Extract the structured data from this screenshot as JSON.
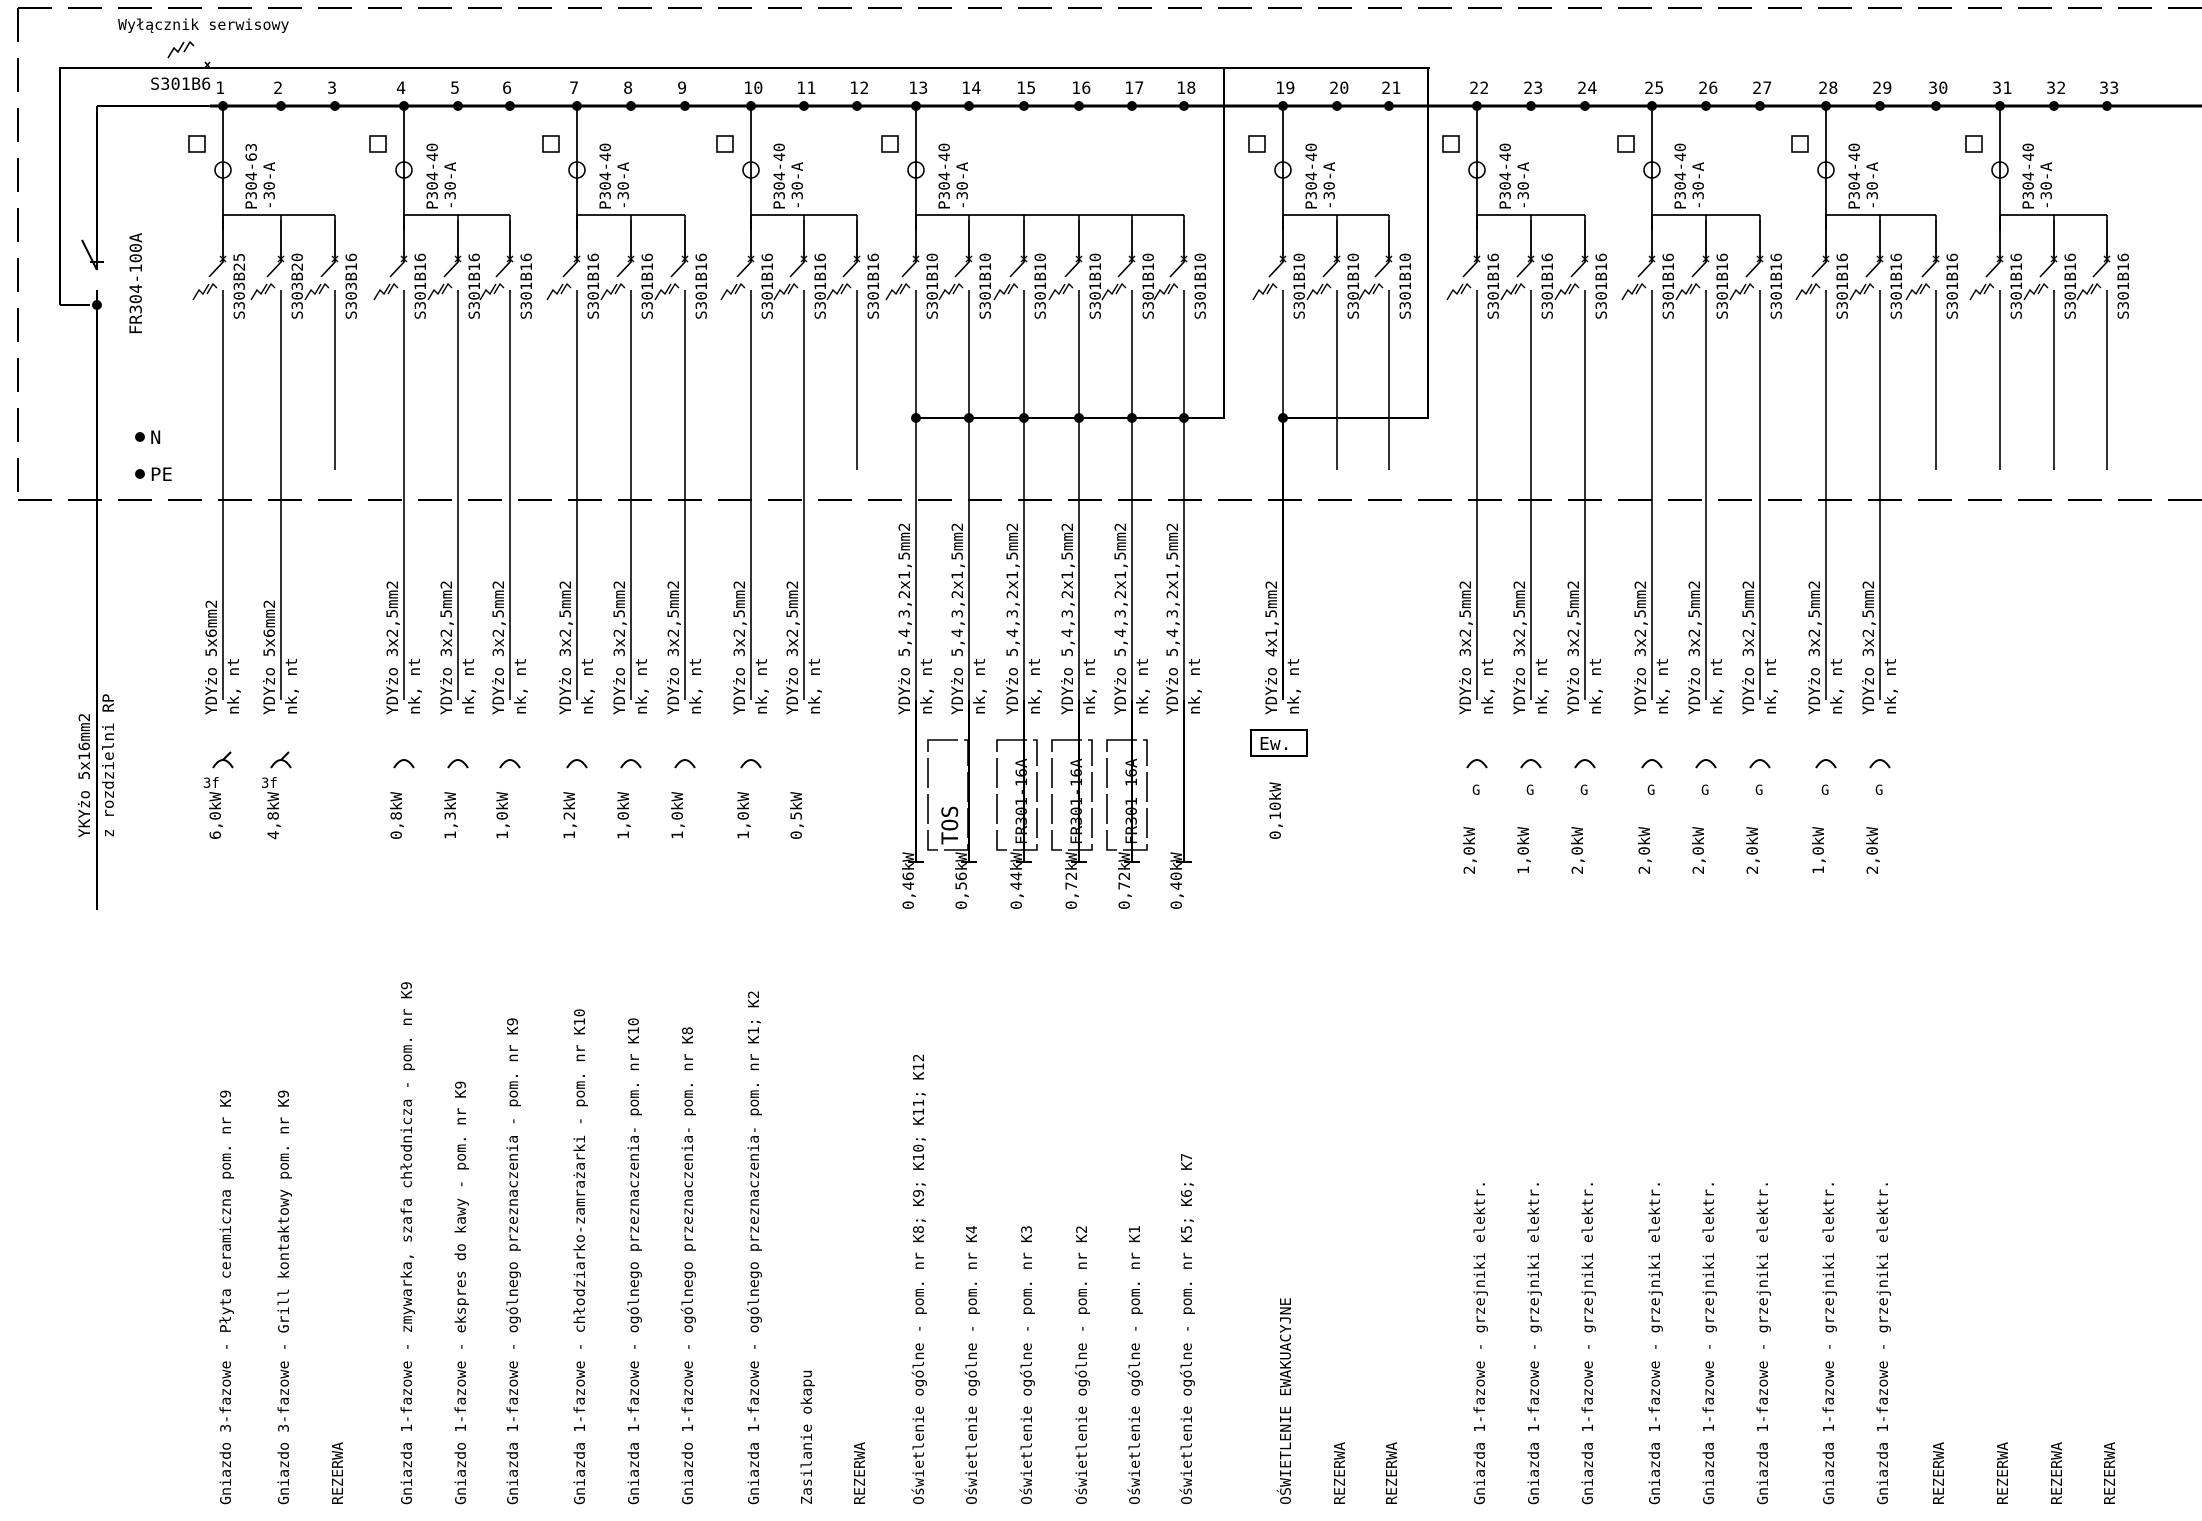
{
  "header": {
    "service_switch_label": "Wyłącznik serwisowy",
    "service_switch_breaker": "S301B6",
    "main_switch": "FR304-100A",
    "n_label": "N",
    "pe_label": "PE",
    "supply_cable": "YKYżo 5x16mm2",
    "supply_from": "z rozdzielni RP"
  },
  "rcds": [
    {
      "line1": "P304-63",
      "line2": "-30-A"
    },
    {
      "line1": "P304-40",
      "line2": "-30-A"
    },
    {
      "line1": "P304-40",
      "line2": "-30-A"
    },
    {
      "line1": "P304-40",
      "line2": "-30-A"
    },
    {
      "line1": "P304-40",
      "line2": "-30-A"
    },
    {
      "line1": "P304-40",
      "line2": "-30-A"
    },
    {
      "line1": "P304-40",
      "line2": "-30-A"
    },
    {
      "line1": "P304-40",
      "line2": "-30-A"
    },
    {
      "line1": "P304-40",
      "line2": "-30-A"
    },
    {
      "line1": "P304-40",
      "line2": "-30-A"
    }
  ],
  "circuits": [
    {
      "no": "1",
      "breaker": "S303B25",
      "cable": "YDYżo 5x6mm2",
      "lay": "nk, nt",
      "power": "6,0kW",
      "desc": "Gniazdo 3-fazowe - Płyta ceramiczna pom. nr K9",
      "mark": "3f"
    },
    {
      "no": "2",
      "breaker": "S303B20",
      "cable": "YDYżo 5x6mm2",
      "lay": "nk, nt",
      "power": "4,8kW",
      "desc": "Gniazdo 3-fazowe - Grill kontaktowy pom. nr K9",
      "mark": "3f"
    },
    {
      "no": "3",
      "breaker": "S303B16",
      "cable": "",
      "lay": "",
      "power": "",
      "desc": "REZERWA",
      "mark": ""
    },
    {
      "no": "4",
      "breaker": "S301B16",
      "cable": "YDYżo 3x2,5mm2",
      "lay": "nk, nt",
      "power": "0,8kW",
      "desc": "Gniazda 1-fazowe - zmywarka, szafa chłodnicza - pom. nr K9",
      "mark": "socket"
    },
    {
      "no": "5",
      "breaker": "S301B16",
      "cable": "YDYżo 3x2,5mm2",
      "lay": "nk, nt",
      "power": "1,3kW",
      "desc": "Gniazdo 1-fazowe - ekspres do kawy - pom. nr K9",
      "mark": "socket"
    },
    {
      "no": "6",
      "breaker": "S301B16",
      "cable": "YDYżo 3x2,5mm2",
      "lay": "nk, nt",
      "power": "1,0kW",
      "desc": "Gniazda 1-fazowe - ogólnego przeznaczenia - pom. nr K9",
      "mark": "socket"
    },
    {
      "no": "7",
      "breaker": "S301B16",
      "cable": "YDYżo 3x2,5mm2",
      "lay": "nk, nt",
      "power": "1,2kW",
      "desc": "Gniazda 1-fazowe - chłodziarko-zamrażarki - pom. nr K10",
      "mark": "socket"
    },
    {
      "no": "8",
      "breaker": "S301B16",
      "cable": "YDYżo 3x2,5mm2",
      "lay": "nk, nt",
      "power": "1,0kW",
      "desc": "Gniazda 1-fazowe - ogólnego przeznaczenia- pom. nr K10",
      "mark": "socket"
    },
    {
      "no": "9",
      "breaker": "S301B16",
      "cable": "YDYżo 3x2,5mm2",
      "lay": "nk, nt",
      "power": "1,0kW",
      "desc": "Gniazdo 1-fazowe - ogólnego przeznaczenia- pom. nr K8",
      "mark": "socket"
    },
    {
      "no": "10",
      "breaker": "S301B16",
      "cable": "YDYżo 3x2,5mm2",
      "lay": "nk, nt",
      "power": "1,0kW",
      "desc": "Gniazda 1-fazowe - ogólnego przeznaczenia- pom. nr K1; K2",
      "mark": "socket"
    },
    {
      "no": "11",
      "breaker": "S301B16",
      "cable": "YDYżo 3x2,5mm2",
      "lay": "nk, nt",
      "power": "0,5kW",
      "desc": "Zasilanie okapu",
      "mark": ""
    },
    {
      "no": "12",
      "breaker": "S301B16",
      "cable": "",
      "lay": "",
      "power": "",
      "desc": "REZERWA",
      "mark": ""
    },
    {
      "no": "13",
      "breaker": "S301B10",
      "cable": "YDYżo 5,4,3,2x1,5mm2",
      "lay": "nk, nt",
      "power": "0,46kW",
      "desc": "Oświetlenie ogólne - pom. nr K8; K9; K10; K11; K12",
      "mark": "light"
    },
    {
      "no": "14",
      "breaker": "S301B10",
      "cable": "YDYżo 5,4,3,2x1,5mm2",
      "lay": "nk, nt",
      "power": "0,56kW",
      "desc": "Oświetlenie ogólne - pom. nr K4",
      "mark": "light"
    },
    {
      "no": "15",
      "breaker": "S301B10",
      "cable": "YDYżo 5,4,3,2x1,5mm2",
      "lay": "nk, nt",
      "power": "0,44kW",
      "desc": "Oświetlenie ogólne - pom. nr K3",
      "mark": "light"
    },
    {
      "no": "16",
      "breaker": "S301B10",
      "cable": "YDYżo 5,4,3,2x1,5mm2",
      "lay": "nk, nt",
      "power": "0,72kW",
      "desc": "Oświetlenie ogólne - pom. nr K2",
      "mark": "light"
    },
    {
      "no": "17",
      "breaker": "S301B10",
      "cable": "YDYżo 5,4,3,2x1,5mm2",
      "lay": "nk, nt",
      "power": "0,72kW",
      "desc": "Oświetlenie ogólne - pom. nr K1",
      "mark": "light"
    },
    {
      "no": "18",
      "breaker": "S301B10",
      "cable": "YDYżo 5,4,3,2x1,5mm2",
      "lay": "nk, nt",
      "power": "0,40kW",
      "desc": "Oświetlenie ogólne - pom. nr K5; K6; K7",
      "mark": "light"
    },
    {
      "no": "19",
      "breaker": "S301B10",
      "cable": "YDYżo 4x1,5mm2",
      "lay": "nk, nt",
      "power": "0,10kW",
      "desc": "OŚWIETLENIE EWAKUACYJNE",
      "mark": "ew"
    },
    {
      "no": "20",
      "breaker": "S301B10",
      "cable": "",
      "lay": "",
      "power": "",
      "desc": "REZERWA",
      "mark": ""
    },
    {
      "no": "21",
      "breaker": "S301B10",
      "cable": "",
      "lay": "",
      "power": "",
      "desc": "REZERWA",
      "mark": ""
    },
    {
      "no": "22",
      "breaker": "S301B16",
      "cable": "YDYżo 3x2,5mm2",
      "lay": "nk, nt",
      "power": "2,0kW",
      "desc": "Gniazda 1-fazowe - grzejniki elektr.",
      "mark": "G"
    },
    {
      "no": "23",
      "breaker": "S301B16",
      "cable": "YDYżo 3x2,5mm2",
      "lay": "nk, nt",
      "power": "1,0kW",
      "desc": "Gniazda 1-fazowe - grzejniki elektr.",
      "mark": "G"
    },
    {
      "no": "24",
      "breaker": "S301B16",
      "cable": "YDYżo 3x2,5mm2",
      "lay": "nk, nt",
      "power": "2,0kW",
      "desc": "Gniazda 1-fazowe - grzejniki elektr.",
      "mark": "G"
    },
    {
      "no": "25",
      "breaker": "S301B16",
      "cable": "YDYżo 3x2,5mm2",
      "lay": "nk, nt",
      "power": "2,0kW",
      "desc": "Gniazda 1-fazowe - grzejniki elektr.",
      "mark": "G"
    },
    {
      "no": "26",
      "breaker": "S301B16",
      "cable": "YDYżo 3x2,5mm2",
      "lay": "nk, nt",
      "power": "2,0kW",
      "desc": "Gniazda 1-fazowe - grzejniki elektr.",
      "mark": "G"
    },
    {
      "no": "27",
      "breaker": "S301B16",
      "cable": "YDYżo 3x2,5mm2",
      "lay": "nk, nt",
      "power": "2,0kW",
      "desc": "Gniazda 1-fazowe - grzejniki elektr.",
      "mark": "G"
    },
    {
      "no": "28",
      "breaker": "S301B16",
      "cable": "YDYżo 3x2,5mm2",
      "lay": "nk, nt",
      "power": "1,0kW",
      "desc": "Gniazda 1-fazowe - grzejniki elektr.",
      "mark": "G"
    },
    {
      "no": "29",
      "breaker": "S301B16",
      "cable": "YDYżo 3x2,5mm2",
      "lay": "nk, nt",
      "power": "2,0kW",
      "desc": "Gniazda 1-fazowe - grzejniki elektr.",
      "mark": "G"
    },
    {
      "no": "30",
      "breaker": "S301B16",
      "cable": "",
      "lay": "",
      "power": "",
      "desc": "REZERWA",
      "mark": ""
    },
    {
      "no": "31",
      "breaker": "S301B16",
      "cable": "",
      "lay": "",
      "power": "",
      "desc": "REZERWA",
      "mark": ""
    },
    {
      "no": "32",
      "breaker": "S301B16",
      "cable": "",
      "lay": "",
      "power": "",
      "desc": "REZERWA",
      "mark": ""
    },
    {
      "no": "33",
      "breaker": "S301B16",
      "cable": "",
      "lay": "",
      "power": "",
      "desc": "REZERWA",
      "mark": ""
    }
  ],
  "lighting_switches": [
    {
      "label": "TOS"
    },
    {
      "label": "FR301-16A"
    },
    {
      "label": "FR301-16A"
    },
    {
      "label": "FR301-16A"
    }
  ],
  "ew_label": "Ew.",
  "g_label": "G"
}
